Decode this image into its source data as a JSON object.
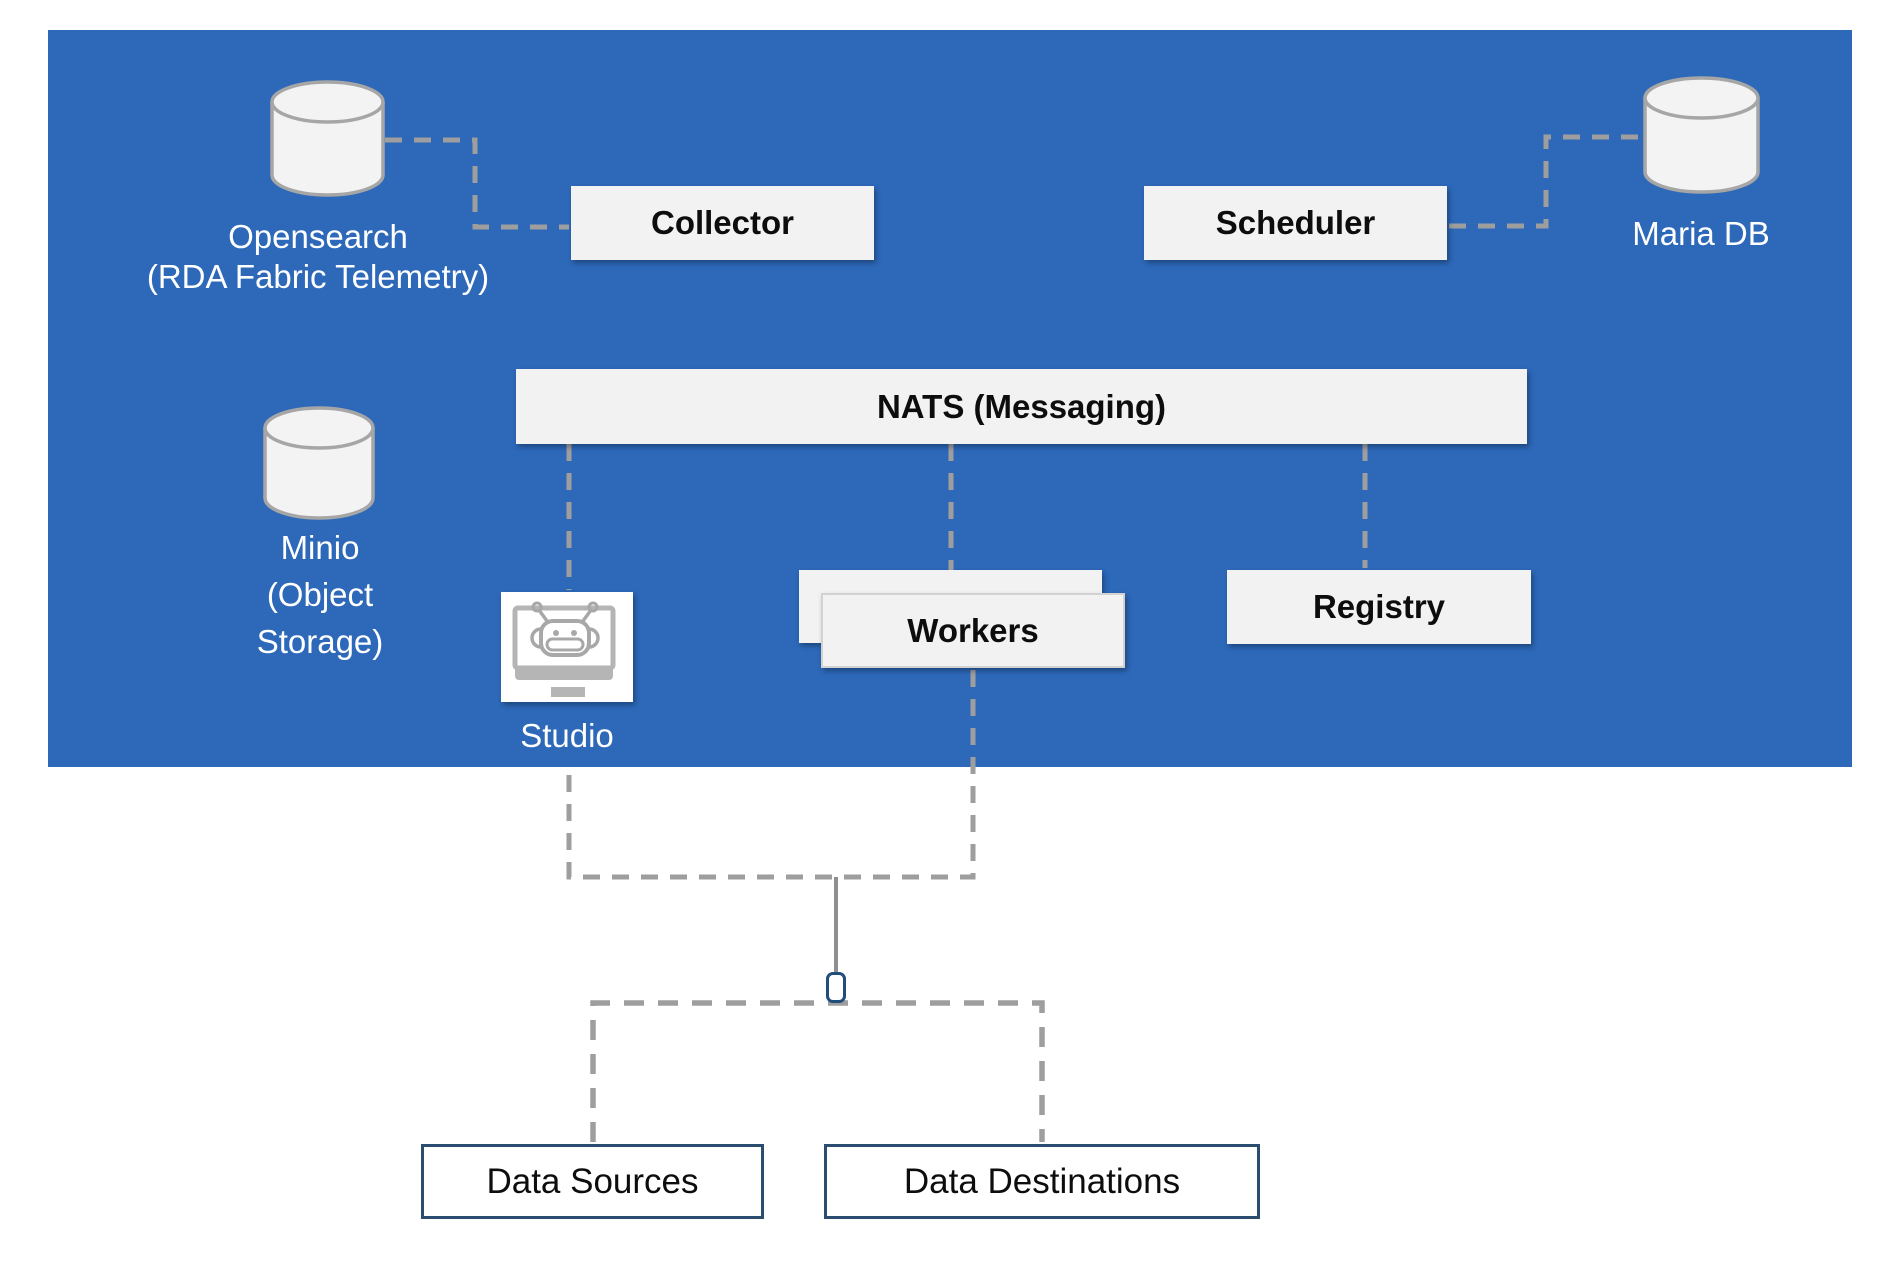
{
  "colors": {
    "panel_blue": "#2d68b9",
    "component_box_fill": "#f2f2f2",
    "dashed_connector_gray": "#9e9e9e",
    "solid_connector_gray": "#8f8f8f",
    "cylinder_fill": "#f3f3f3",
    "cylinder_stroke": "#a6a6a6",
    "data_box_border_navy": "#2b4e70",
    "pill_border_navy": "#1f4e7a",
    "label_white": "#ffffff",
    "label_black": "#0d0d0d"
  },
  "nodes": {
    "opensearch": {
      "line1": "Opensearch",
      "line2": "(RDA Fabric Telemetry)",
      "icon": "database-cylinder-icon"
    },
    "collector": {
      "label": "Collector"
    },
    "scheduler": {
      "label": "Scheduler"
    },
    "mariadb": {
      "label": "Maria DB",
      "icon": "database-cylinder-icon"
    },
    "nats": {
      "label": "NATS (Messaging)"
    },
    "minio": {
      "line1": "Minio",
      "line2": "(Object",
      "line3": "Storage)",
      "icon": "database-cylinder-icon"
    },
    "studio": {
      "label": "Studio",
      "icon": "robot-monitor-icon"
    },
    "workers": {
      "label": "Workers"
    },
    "registry": {
      "label": "Registry"
    },
    "data_sources": {
      "label": "Data Sources"
    },
    "data_destinations": {
      "label": "Data Destinations"
    }
  },
  "connectors": [
    "opensearch-to-collector (dashed)",
    "scheduler-to-mariadb (dashed)",
    "nats-to-studio (dashed)",
    "nats-to-workers (dashed)",
    "nats-to-registry (dashed)",
    "studio-workers-junction (dashed)",
    "junction-to-pill (solid)",
    "pill-to-data-sources-and-destinations (dashed)"
  ]
}
